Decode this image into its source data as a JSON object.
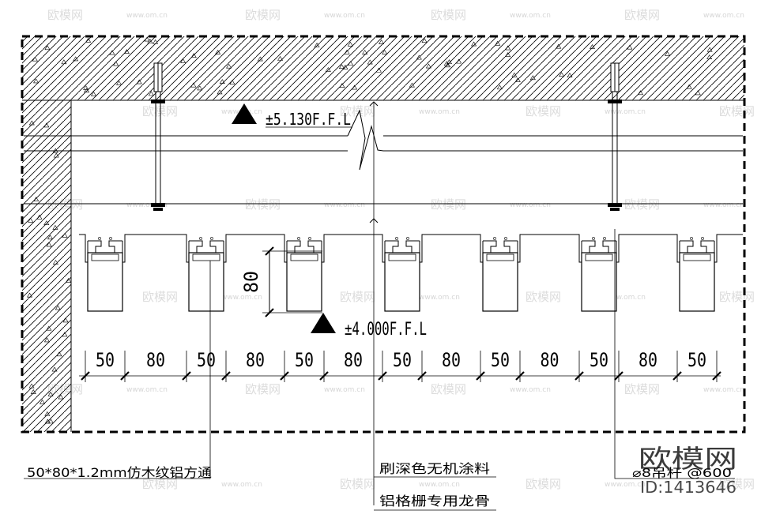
{
  "levels": {
    "top": "±5.130F.F.L",
    "bottom": "±4.000F.F.L"
  },
  "dimensions": {
    "height": "80",
    "widths": [
      "50",
      "80",
      "50",
      "80",
      "50",
      "80",
      "50",
      "80",
      "50",
      "80",
      "50",
      "80",
      "50"
    ]
  },
  "annotations": {
    "aluminum_tube": "50*80*1.2mm仿木纹铝方通",
    "paint": "刷深色无机涂料",
    "keel": "铝格栅专用龙骨",
    "hanger_rod": "⌀8吊杆 @600"
  },
  "watermark": {
    "brand": "欧模网",
    "site": "www.om.cn",
    "id": "ID:1413646"
  },
  "colors": {
    "line": "#000000",
    "watermark": "#dcdcdc"
  }
}
